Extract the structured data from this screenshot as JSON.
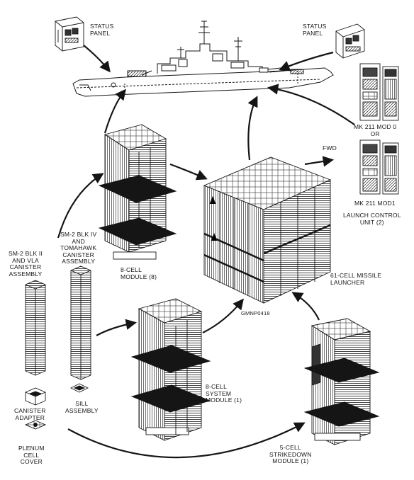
{
  "labels": {
    "status_panel_left": "STATUS\nPANEL",
    "status_panel_right": "STATUS\nPANEL",
    "fwd": "FWD",
    "mk211_mod0": "MK 211 MOD 0\nOR",
    "mk211_mod1": "MK 211 MOD1",
    "launch_control_unit": "LAUNCH CONTROL\nUNIT (2)",
    "sm2_blk4_tomahawk": "SM-2 BLK IV\nAND\nTOMAHAWK\nCANISTER\nASSEMBLY",
    "sm2_blk2_vla": "SM-2 BLK II\nAND VLA\nCANISTER\nASSEMBLY",
    "module_8cell_8": "8-CELL\nMODULE (8)",
    "launcher_61cell": "61-CELL MISSILE\nLAUNCHER",
    "gmnp_code": "GMNP0418",
    "system_module": "8-CELL\nSYSTEM\nMODULE (1)",
    "strikedown_module": "5-CELL\nSTRIKEDOWN\nMODULE (1)",
    "canister_adapter": "CANISTER\nADAPTER",
    "sill_assembly": "SILL\nASSEMBLY",
    "plenum_cell_cover": "PLENUM\nCELL\nCOVER"
  },
  "colors": {
    "ink": "#151515",
    "paper": "#ffffff"
  }
}
